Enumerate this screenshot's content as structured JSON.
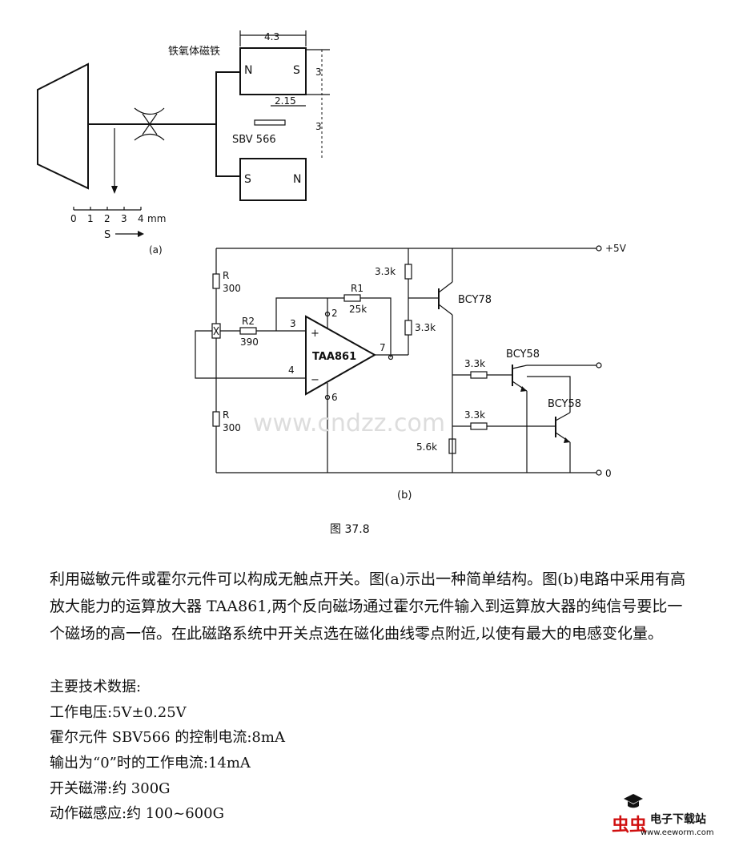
{
  "figure": {
    "labels": {
      "magnet": "铁氧体磁铁",
      "dim_width": "4.3",
      "dim_height_top": "3",
      "dim_gap": "2.15",
      "dim_height_bottom": "3",
      "sensor": "SBV 566",
      "pole_n": "N",
      "pole_s": "S",
      "scale_ticks": [
        "0",
        "1",
        "2",
        "3",
        "4"
      ],
      "scale_unit": "mm",
      "scale_s": "S",
      "panel_a": "(a)",
      "panel_b": "(b)",
      "caption": "图 37.8",
      "r_top": "R",
      "r_top_val": "300",
      "r_bot": "R",
      "r_bot_val": "300",
      "r2": "R2",
      "r2_val": "390",
      "r1": "R1",
      "r1_val": "25k",
      "opamp": "TAA861",
      "pin2": "2",
      "pin3": "3",
      "pin4": "4",
      "pin6": "6",
      "pin7": "7",
      "plus": "+",
      "minus": "−",
      "res_33k_a": "3.3k",
      "res_33k_b": "3.3k",
      "res_33k_c": "3.3k",
      "res_33k_d": "3.3k",
      "res_56k": "5.6k",
      "t1": "BCY78",
      "t2": "BCY58",
      "t3": "BCY58",
      "vplus": "+5V",
      "gnd": "0",
      "watermark": "www.cndzz.com"
    }
  },
  "text": {
    "para1": "利用磁敏元件或霍尔元件可以构成无触点开关。图(a)示出一种简单结构。图(b)电路中采用有高放大能力的运算放大器 TAA861,两个反向磁场通过霍尔元件输入到运算放大器的纯信号要比一个磁场的高一倍。在此磁路系统中开关点选在磁化曲线零点附近,以使有最大的电感变化量。",
    "spec_title": "主要技术数据:",
    "spec1": "工作电压:5V±0.25V",
    "spec2": "霍尔元件 SBV566 的控制电流:8mA",
    "spec3": "输出为“0”时的工作电流:14mA",
    "spec4": "开关磁滞:约 300G",
    "spec5": "动作磁感应:约 100~600G"
  },
  "logo": {
    "brand": "虫虫",
    "site": "电子下载站",
    "url": "www.eeworm.com"
  }
}
